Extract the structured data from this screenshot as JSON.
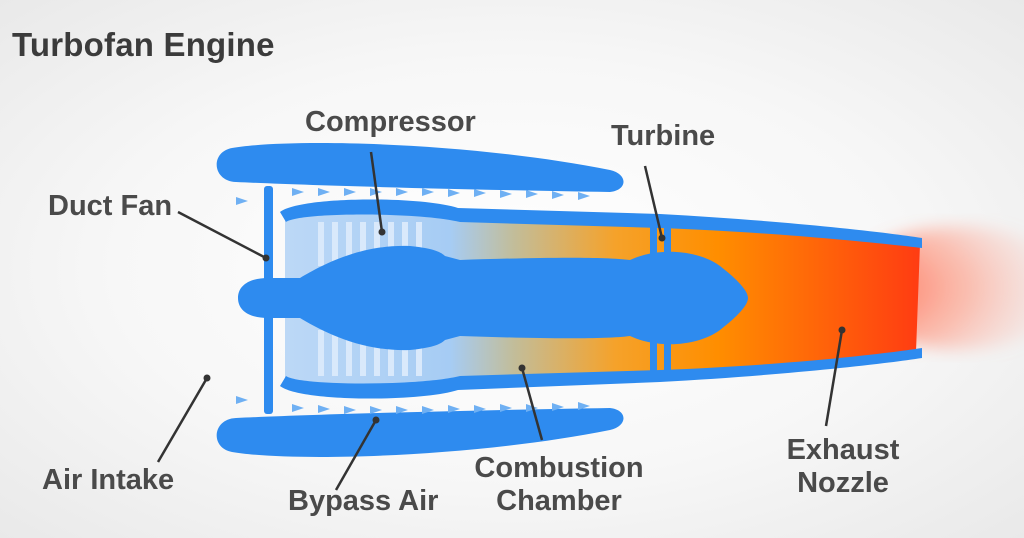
{
  "title": "Turbofan Engine",
  "labels": {
    "duct_fan": "Duct Fan",
    "compressor": "Compressor",
    "turbine": "Turbine",
    "air_intake": "Air Intake",
    "bypass_air": "Bypass Air",
    "combustion_chamber_line1": "Combustion",
    "combustion_chamber_line2": "Chamber",
    "exhaust_nozzle_line1": "Exhaust",
    "exhaust_nozzle_line2": "Nozzle"
  },
  "colors": {
    "engine_blue": "#2e8bef",
    "light_blue": "#a8cdf5",
    "flame_orange": "#ff9a00",
    "flame_red": "#ff3a10",
    "label_gray": "#4a4a4a",
    "title_gray": "#3b3b3b"
  }
}
